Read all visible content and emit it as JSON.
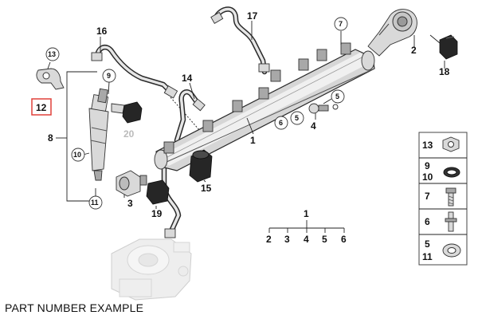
{
  "caption": "PART NUMBER EXAMPLE",
  "callouts": {
    "c1": "1",
    "c2": "2",
    "c3": "3",
    "c4": "4",
    "c5a": "5",
    "c5b": "5",
    "c6": "6",
    "c7": "7",
    "c8": "8",
    "c9": "9",
    "c10": "10",
    "c11": "11",
    "c12": "12",
    "c13": "13",
    "c14": "14",
    "c15": "15",
    "c16": "16",
    "c17": "17",
    "c18": "18",
    "c19": "19",
    "c20": "20"
  },
  "tree": {
    "root": "1",
    "children": [
      "2",
      "3",
      "4",
      "5",
      "6"
    ]
  },
  "legend": [
    {
      "labels": [
        "13"
      ]
    },
    {
      "labels": [
        "9",
        "10"
      ]
    },
    {
      "labels": [
        "7"
      ]
    },
    {
      "labels": [
        "6"
      ]
    },
    {
      "labels": [
        "5",
        "11"
      ]
    }
  ],
  "colors": {
    "highlight_box": "#e0413a",
    "faded_label": "#bbbbbb"
  }
}
